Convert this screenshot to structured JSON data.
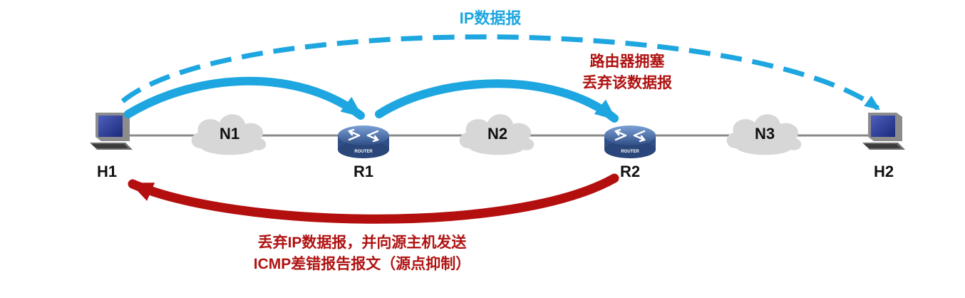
{
  "colors": {
    "blue": "#1ea6e0",
    "red": "#b40f0f",
    "link": "#8a8a8a",
    "cloud": "#d7d7d7",
    "router": "#4a6fa5"
  },
  "top_arc_label": "IP数据报",
  "congestion_note": {
    "line1": "路由器拥塞",
    "line2": "丢弃该数据报"
  },
  "icmp_note": {
    "line1": "丢弃IP数据报，并向源主机发送",
    "line2": "ICMP差错报告报文（源点抑制）"
  },
  "nodes": {
    "h1": {
      "label": "H1",
      "icon": "computer-icon"
    },
    "r1": {
      "label": "R1",
      "icon": "router-icon",
      "badge": "ROUTER"
    },
    "r2": {
      "label": "R2",
      "icon": "router-icon",
      "badge": "ROUTER"
    },
    "h2": {
      "label": "H2",
      "icon": "computer-icon"
    }
  },
  "networks": {
    "n1": {
      "label": "N1",
      "icon": "cloud-icon"
    },
    "n2": {
      "label": "N2",
      "icon": "cloud-icon"
    },
    "n3": {
      "label": "N3",
      "icon": "cloud-icon"
    }
  }
}
